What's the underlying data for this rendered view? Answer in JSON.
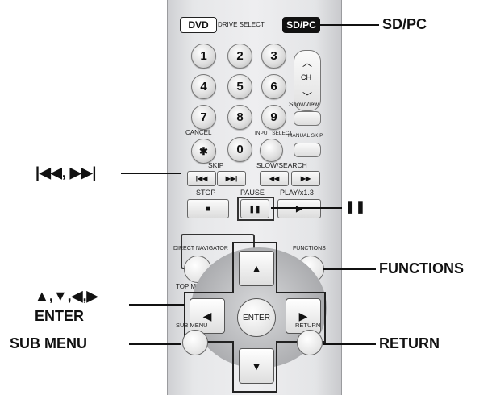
{
  "remote": {
    "dvd_label": "DVD",
    "drive_select_label": "DRIVE SELECT",
    "sd_label": "SD/PC",
    "numbers": [
      "1",
      "2",
      "3",
      "4",
      "5",
      "6",
      "7",
      "8",
      "9",
      "0"
    ],
    "ch_label": "CH",
    "ch_up": "︿",
    "ch_down": "﹀",
    "showview_label": "ShowView",
    "cancel_label": "CANCEL",
    "star_label": "✱",
    "input_select_label": "INPUT SELECT",
    "manual_skip_label": "MANUAL SKIP",
    "skip_label": "SKIP",
    "slow_search_label": "SLOW/SEARCH",
    "skip_prev_glyph": "|◀◀",
    "skip_next_glyph": "▶▶|",
    "rew_glyph": "◀◀",
    "ff_glyph": "▶▶",
    "stop_label": "STOP",
    "pause_label": "PAUSE",
    "play_label": "PLAY/x1.3",
    "stop_glyph": "■",
    "pause_glyph": "❚❚",
    "play_glyph": "▶",
    "direct_navigator_label": "DIRECT NAVIGATOR",
    "functions_label": "FUNCTIONS",
    "top_menu_label": "TOP MENU",
    "up_glyph": "▲",
    "down_glyph": "▼",
    "left_glyph": "◀",
    "right_glyph": "▶",
    "enter_label": "ENTER",
    "sub_menu_label": "SUB MENU",
    "return_label": "RETURN"
  },
  "callouts": {
    "sd_pc": "SD/PC",
    "skip": "|◀◀, ▶▶|",
    "pause": "❚❚",
    "functions": "FUNCTIONS",
    "arrows": "▲,▼,◀,▶",
    "enter": "ENTER",
    "sub_menu": "SUB MENU",
    "return": "RETURN"
  }
}
